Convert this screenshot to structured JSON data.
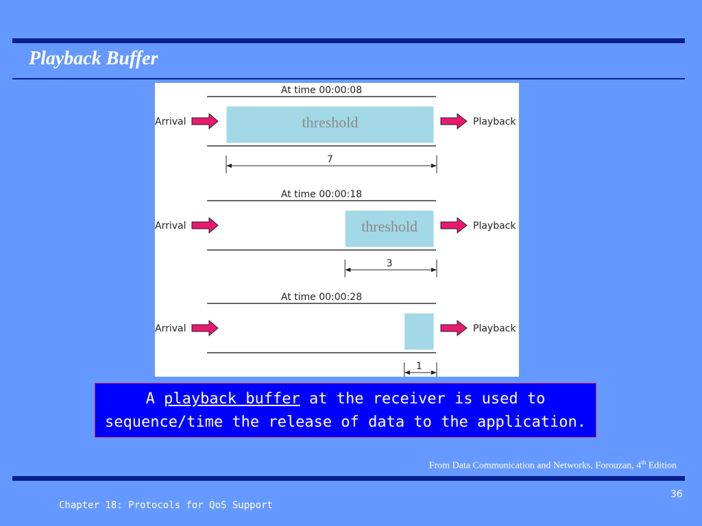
{
  "slide": {
    "title": "Playback Buffer",
    "caption_prefix": "A ",
    "caption_link": "playback buffer",
    "caption_rest": " at the receiver is used to sequence/time the release of data to the application.",
    "credit_main": "From Data Communication and Networks, Forouzan, 4",
    "credit_sup": "th",
    "credit_end": " Edition",
    "page_number": "36",
    "footer": "Chapter 18:  Protocols for QoS Support"
  },
  "figure": {
    "arrival_label": "Arrival",
    "playback_label": "Playback",
    "buffer_fill_color": "#a3d8e6",
    "arrow_color": "#e8196e",
    "snapshots": [
      {
        "time_label": "At time 00:00:08",
        "fill_label": "threshold",
        "size_label": "7",
        "fill_units": 7
      },
      {
        "time_label": "At time 00:00:18",
        "fill_label": "threshold",
        "size_label": "3",
        "fill_units": 3
      },
      {
        "time_label": "At time 00:00:28",
        "fill_label": "",
        "size_label": "1",
        "fill_units": 1
      }
    ]
  }
}
